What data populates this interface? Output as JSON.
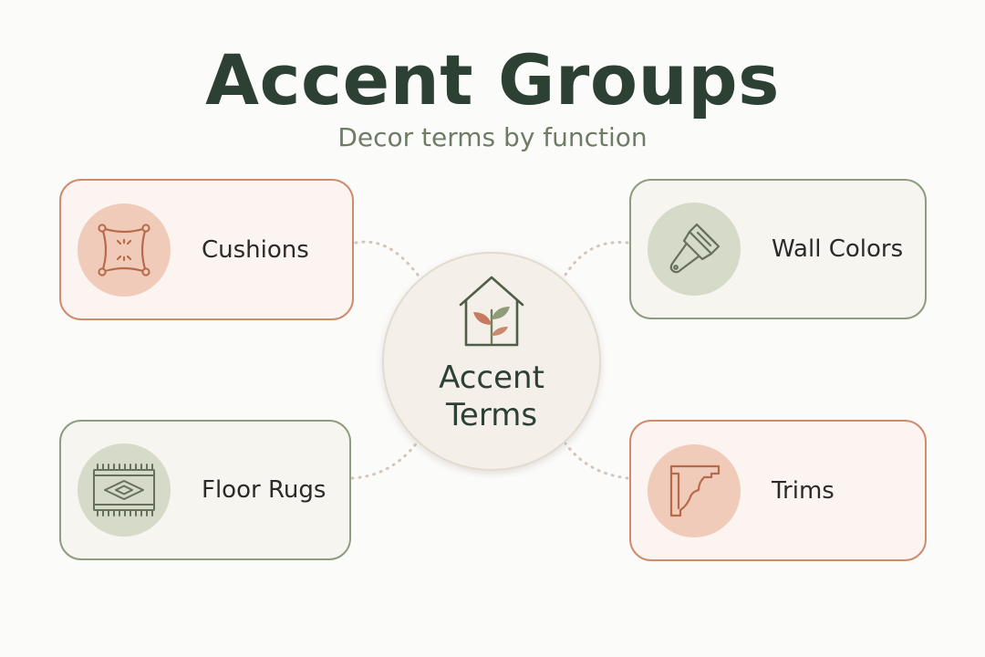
{
  "header": {
    "title": "Accent Groups",
    "subtitle": "Decor terms by function"
  },
  "center": {
    "label_line1": "Accent",
    "label_line2": "Terms",
    "icon": "house-plant-icon"
  },
  "cards": [
    {
      "label": "Cushions",
      "icon": "cushion-icon",
      "tone": "warm"
    },
    {
      "label": "Wall Colors",
      "icon": "paintbrush-icon",
      "tone": "cool"
    },
    {
      "label": "Floor Rugs",
      "icon": "rug-icon",
      "tone": "cool"
    },
    {
      "label": "Trims",
      "icon": "molding-icon",
      "tone": "warm"
    }
  ],
  "colors": {
    "warm_border": "#cf8b6e",
    "cool_border": "#8e9c80",
    "title": "#2d4034",
    "connector": "#d5c5b8"
  }
}
